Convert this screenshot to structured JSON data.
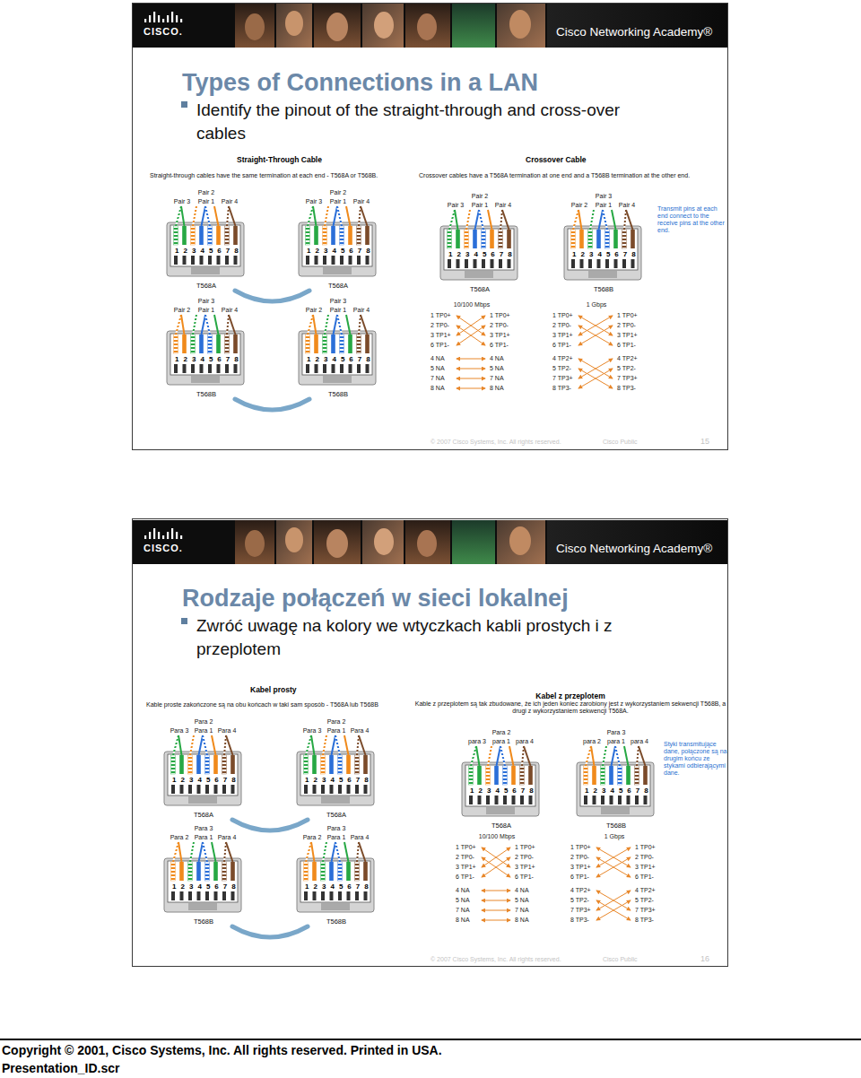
{
  "diagram": {
    "nodes": [
      {
        "text": [
          "Types of Connections in a LAN",
          "Identify the pinout of the straight-through and cross-over cables"
        ]
      },
      {
        "text": [
          "Straight-Through Cable",
          "Straight-through cables have the same termination at each end - T568A or T568B."
        ],
        "in": 0
      },
      {
        "text": [
          "Pair 2",
          "Pair 3",
          "Pair 1",
          "Pair 4",
          "1 2 3 4 5 6 7 8",
          "T568A"
        ],
        "in": 1
      },
      {
        "text": [
          "Pair 2",
          "Pair 3",
          "Pair 1",
          "Pair 4",
          "1 2 3 4 5 6 7 8",
          "T568A"
        ],
        "in": 1
      },
      {
        "text": [
          "Pair 3",
          "Pair 2",
          "Pair 1",
          "Pair 4",
          "1 2 3 4 5 6 7 8",
          "T568B"
        ],
        "in": 1
      },
      {
        "text": [
          "Pair 3",
          "Pair 2",
          "Pair 1",
          "Pair 4",
          "1 2 3 4 5 6 7 8",
          "T568B"
        ],
        "in": 1
      },
      {
        "text": [
          "Crossover Cable",
          "Crossover cables have a T568A termination at one end and a T568B termination at the other end."
        ],
        "in": 0
      },
      {
        "text": [
          "Pair 2",
          "Pair 3",
          "Pair 1",
          "Pair 4",
          "1 2 3 4 5 6 7 8",
          "T568A"
        ],
        "in": 6
      },
      {
        "text": [
          "Pair 3",
          "Pair 2",
          "Pair 1",
          "Pair 4",
          "1 2 3 4 5 6 7 8",
          "T568B"
        ],
        "in": 6
      },
      {
        "text": [
          "Rodzaje połączeń w sieci lokalnej",
          "Zwróć uwagę na kolory we wtyczkach kabli prostych i z przeplotem"
        ]
      },
      {
        "text": [
          "Kabel prosty",
          "Kable proste zakończone są na obu końcach w taki sam sposób - T568A lub T568B"
        ],
        "in": 9
      },
      {
        "text": [
          "Para 2",
          "Para 3",
          "Para 1",
          "Para 4",
          "1 2 3 4 5 6 7 8",
          "T568A"
        ],
        "in": 10
      },
      {
        "text": [
          "Para 2",
          "Para 3",
          "Para 1",
          "Para 4",
          "1 2 3 4 5 6 7 8",
          "T568A"
        ],
        "in": 10
      },
      {
        "text": [
          "Para 3",
          "Para 2",
          "Para 1",
          "Para 4",
          "1 2 3 4 5 6 7 8",
          "T568B"
        ],
        "in": 10
      },
      {
        "text": [
          "Para 3",
          "Para 2",
          "Para 1",
          "Para 4",
          "1 2 3 4 5 6 7 8",
          "T568B"
        ],
        "in": 10
      },
      {
        "text": [
          "Kabel z przeplotem",
          "Kable z przeplotem są tak zbudowane, że ich jeden koniec zarobiony jest z wykorzystaniem sekwencji T568B, a drugi z wykorzystaniem sekwencji T568A."
        ],
        "in": 9
      },
      {
        "text": [
          "Para 2",
          "para 3",
          "para 1",
          "para 4",
          "1 2 3 4 5 6 7 8",
          "T568A"
        ],
        "in": 15
      },
      {
        "text": [
          "Para 3",
          "para 2",
          "para 1",
          "para 4",
          "1 2 3 4 5 6 7 8",
          "T568B"
        ],
        "in": 15
      }
    ],
    "edges": [
      {
        "from": 2,
        "to": 3,
        "arrow": "none"
      },
      {
        "from": 4,
        "to": 5,
        "arrow": "none"
      },
      {
        "from": 11,
        "to": 12,
        "arrow": "none"
      },
      {
        "from": 13,
        "to": 14,
        "arrow": "none"
      }
    ],
    "labels": [
      "CISCO.",
      "Cisco Networking Academy®",
      "Transmit pins at each end connect to the receive pins at the other end.",
      "10/100 Mbps",
      "1 TP0+",
      "2 TP0-",
      "3 TP1+",
      "6 TP1-",
      "4 NA",
      "5 NA",
      "7 NA",
      "8 NA",
      "1 TP0+",
      "2 TP0-",
      "3 TP1+",
      "6 TP1-",
      "4 NA",
      "5 NA",
      "7 NA",
      "8 NA",
      "1 Gbps",
      "1 TP0+",
      "2 TP0-",
      "3 TP1+",
      "6 TP1-",
      "4 TP2+",
      "5 TP2-",
      "7 TP3+",
      "8 TP3-",
      "1 TP0+",
      "2 TP0-",
      "3 TP1+",
      "6 TP1-",
      "4 TP2+",
      "5 TP2-",
      "7 TP3+",
      "8 TP3-",
      "© 2007 Cisco Systems, Inc. All rights reserved.",
      "Cisco Public",
      "15",
      "CISCO.",
      "Cisco Networking Academy®",
      "Styki transmitujące dane, połączone są na drugim końcu ze stykami odbierającymi dane.",
      "10/100 Mbps",
      "1 TP0+",
      "2 TP0-",
      "3 TP1+",
      "6 TP1-",
      "4 NA",
      "5 NA",
      "7 NA",
      "8 NA",
      "1 TP0+",
      "2 TP0-",
      "3 TP1+",
      "6 TP1-",
      "4 NA",
      "5 NA",
      "7 NA",
      "8 NA",
      "1 Gbps",
      "1 TP0+",
      "2 TP0-",
      "3 TP1+",
      "6 TP1-",
      "4 TP2+",
      "5 TP2-",
      "7 TP3+",
      "8 TP3-",
      "1 TP0+",
      "2 TP0-",
      "3 TP1+",
      "6 TP1-",
      "4 TP2+",
      "5 TP2-",
      "7 TP3+",
      "8 TP3-",
      "© 2007 Cisco Systems, Inc. All rights reserved.",
      "Cisco Public",
      "16",
      "Copyright © 2001, Cisco Systems, Inc. All rights reserved. Printed in USA.",
      "Presentation_ID.scr"
    ]
  }
}
